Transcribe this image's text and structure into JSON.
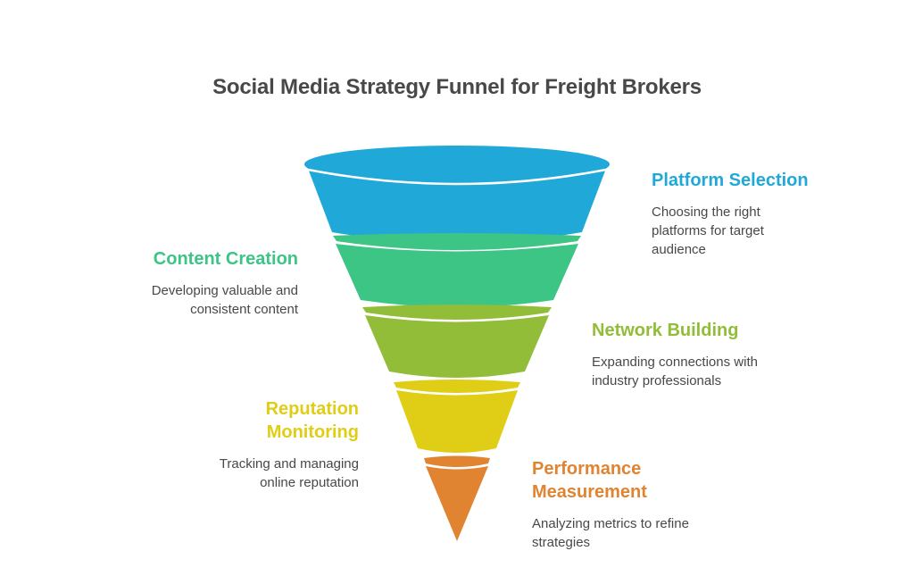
{
  "title": "Social Media Strategy Funnel for Freight Brokers",
  "stages": [
    {
      "name": "Platform Selection",
      "description": "Choosing the right platforms for target audience",
      "color": "#20a9d8",
      "side": "right"
    },
    {
      "name": "Content Creation",
      "description": "Developing valuable and consistent content",
      "color": "#3cc585",
      "side": "left"
    },
    {
      "name": "Network Building",
      "description": "Expanding connections with industry professionals",
      "color": "#92bd38",
      "side": "right"
    },
    {
      "name": "Reputation Monitoring",
      "description": "Tracking and managing online reputation",
      "color": "#dfcd16",
      "side": "left"
    },
    {
      "name": "Performance Measurement",
      "description": "Analyzing metrics to refine strategies",
      "color": "#e08431",
      "side": "right"
    }
  ]
}
